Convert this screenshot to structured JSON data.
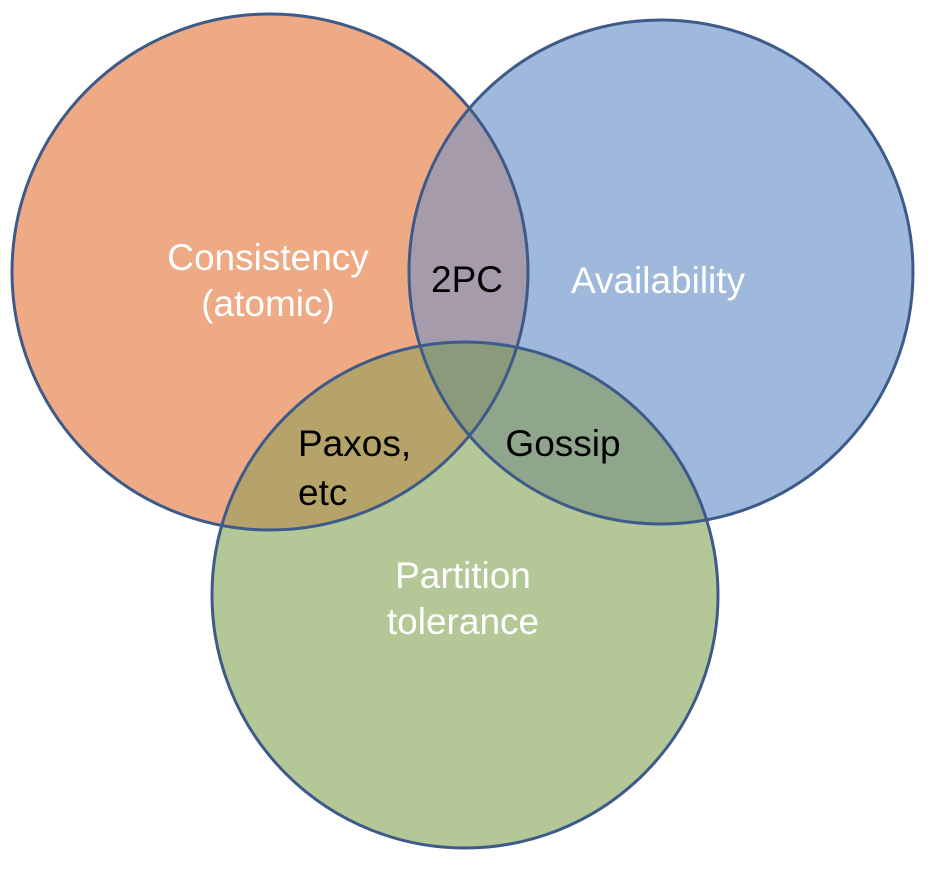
{
  "diagram": {
    "sets": {
      "consistency": {
        "line1": "Consistency",
        "line2": "(atomic)",
        "fill": "#EDAA84",
        "stroke": "#3D5A8A"
      },
      "availability": {
        "label": "Availability",
        "fill": "#9EB9DC",
        "stroke": "#3D5A8A"
      },
      "partition": {
        "line1": "Partition",
        "line2": "tolerance",
        "fill": "#B3C896",
        "stroke": "#3D5A8A"
      }
    },
    "regions": {
      "consistency_availability": "2PC",
      "consistency_partition_line1": "Paxos,",
      "consistency_partition_line2": "etc",
      "availability_partition": "Gossip"
    },
    "colors": {
      "set_label_text": "#FFFFFF",
      "region_label_text": "#000000",
      "overlap_ca": "#A69BAA",
      "overlap_cp": "#B5A36A",
      "overlap_ap": "#8FA58C",
      "overlap_cap": "#8A9A7A"
    }
  }
}
